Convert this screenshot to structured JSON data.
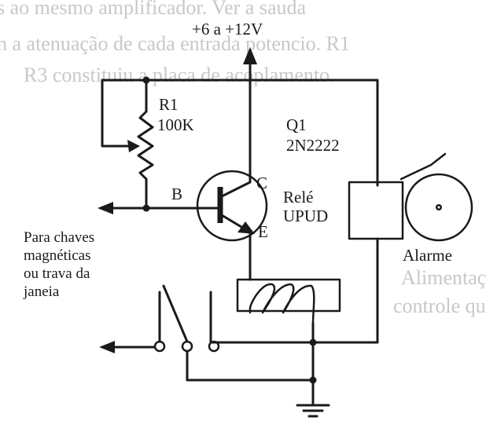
{
  "background_text": {
    "line1": "s ao mesmo amplificador. Ver a sauda",
    "line2": "n a atenuação de cada entrada potencio. R1",
    "line3": "R3 constituiu a placa de acoplamento.",
    "line4": "Alimentação de cada de mesmas conexões",
    "line5": "controle que atenua de entrada para a saída"
  },
  "supply": {
    "label": "+6 a +12V"
  },
  "resistor": {
    "ref": "R1",
    "value": "100K"
  },
  "transistor": {
    "ref": "Q1",
    "part": "2N2222",
    "base_label": "B",
    "collector_label": "C",
    "emitter_label": "E"
  },
  "relay": {
    "line1": "Relé",
    "line2": "UPUD"
  },
  "alarm": {
    "label": "Alarme"
  },
  "input_note": {
    "line1": "Para chaves",
    "line2": "magnéticas",
    "line3": "ou trava da",
    "line4": "janeia"
  },
  "colors": {
    "ink": "#1a1a1a",
    "bleed": "#c8c8c8"
  }
}
